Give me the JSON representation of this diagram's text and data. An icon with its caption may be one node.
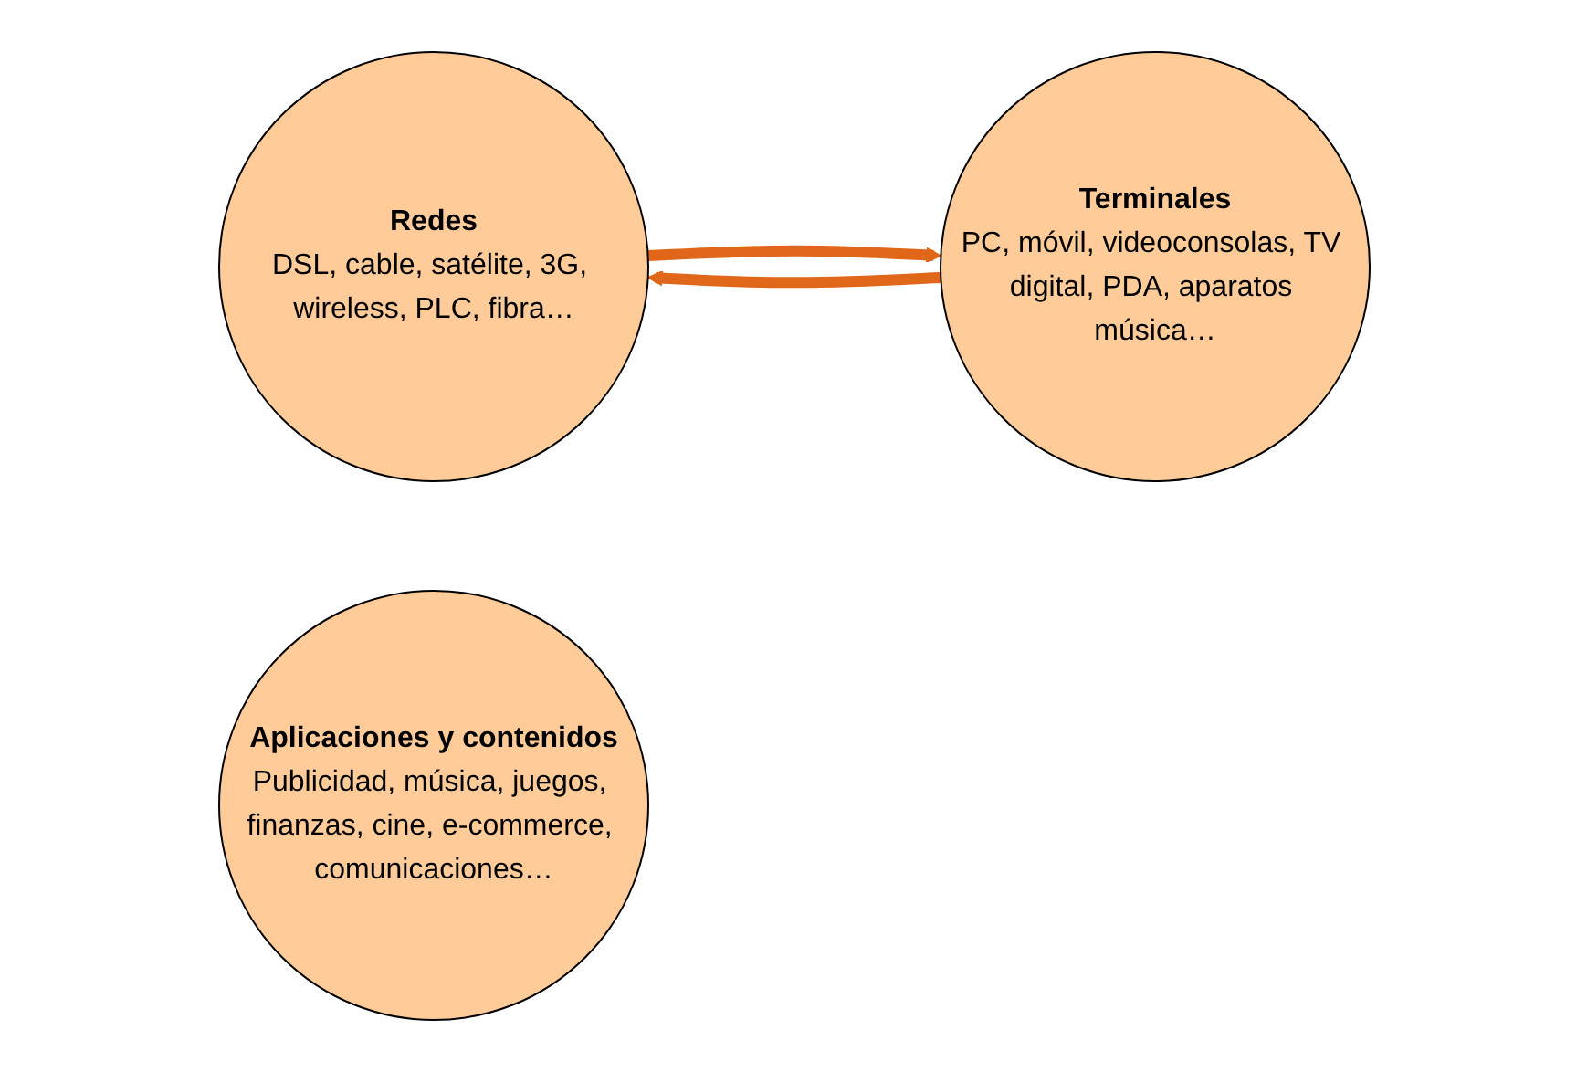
{
  "diagram": {
    "nodes": [
      {
        "text": [
          "Redes",
          "DSL, cable, satélite, 3G, wireless, PLC, fibra…"
        ]
      },
      {
        "text": [
          "Terminales",
          "PC, móvil, videoconsolas, TV digital, PDA, aparatos música…"
        ]
      },
      {
        "text": [
          "Aplicaciones y contenidos",
          "Publicidad, música, juegos, finanzas, cine, e-commerce, comunicaciones…"
        ]
      }
    ],
    "edges": [
      {
        "from": 0,
        "to": 1,
        "arrow": "to"
      },
      {
        "from": 1,
        "to": 0,
        "arrow": "to"
      }
    ]
  }
}
